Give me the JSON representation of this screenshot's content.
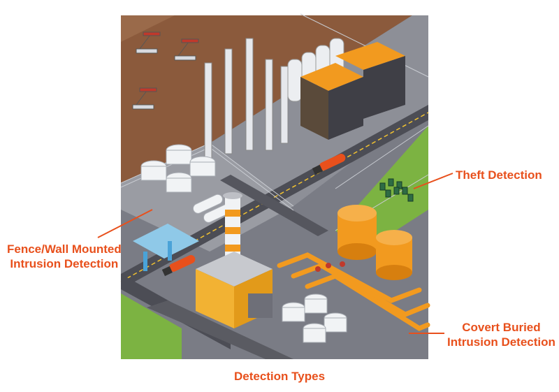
{
  "callouts": {
    "fence": [
      "Fence/Wall Mounted",
      "Intrusion Detection"
    ],
    "theft": "Theft Detection",
    "covert": [
      "Covert Buried",
      "Intrusion Detection"
    ]
  },
  "caption": "Detection Types",
  "colors": {
    "accent": "#e8501c",
    "ground_dirt": "#8b5a3c",
    "asphalt": "#6e6f78",
    "grass": "#7cb342",
    "pipe": "#f29a1f",
    "tank": "#dfe3e8"
  }
}
